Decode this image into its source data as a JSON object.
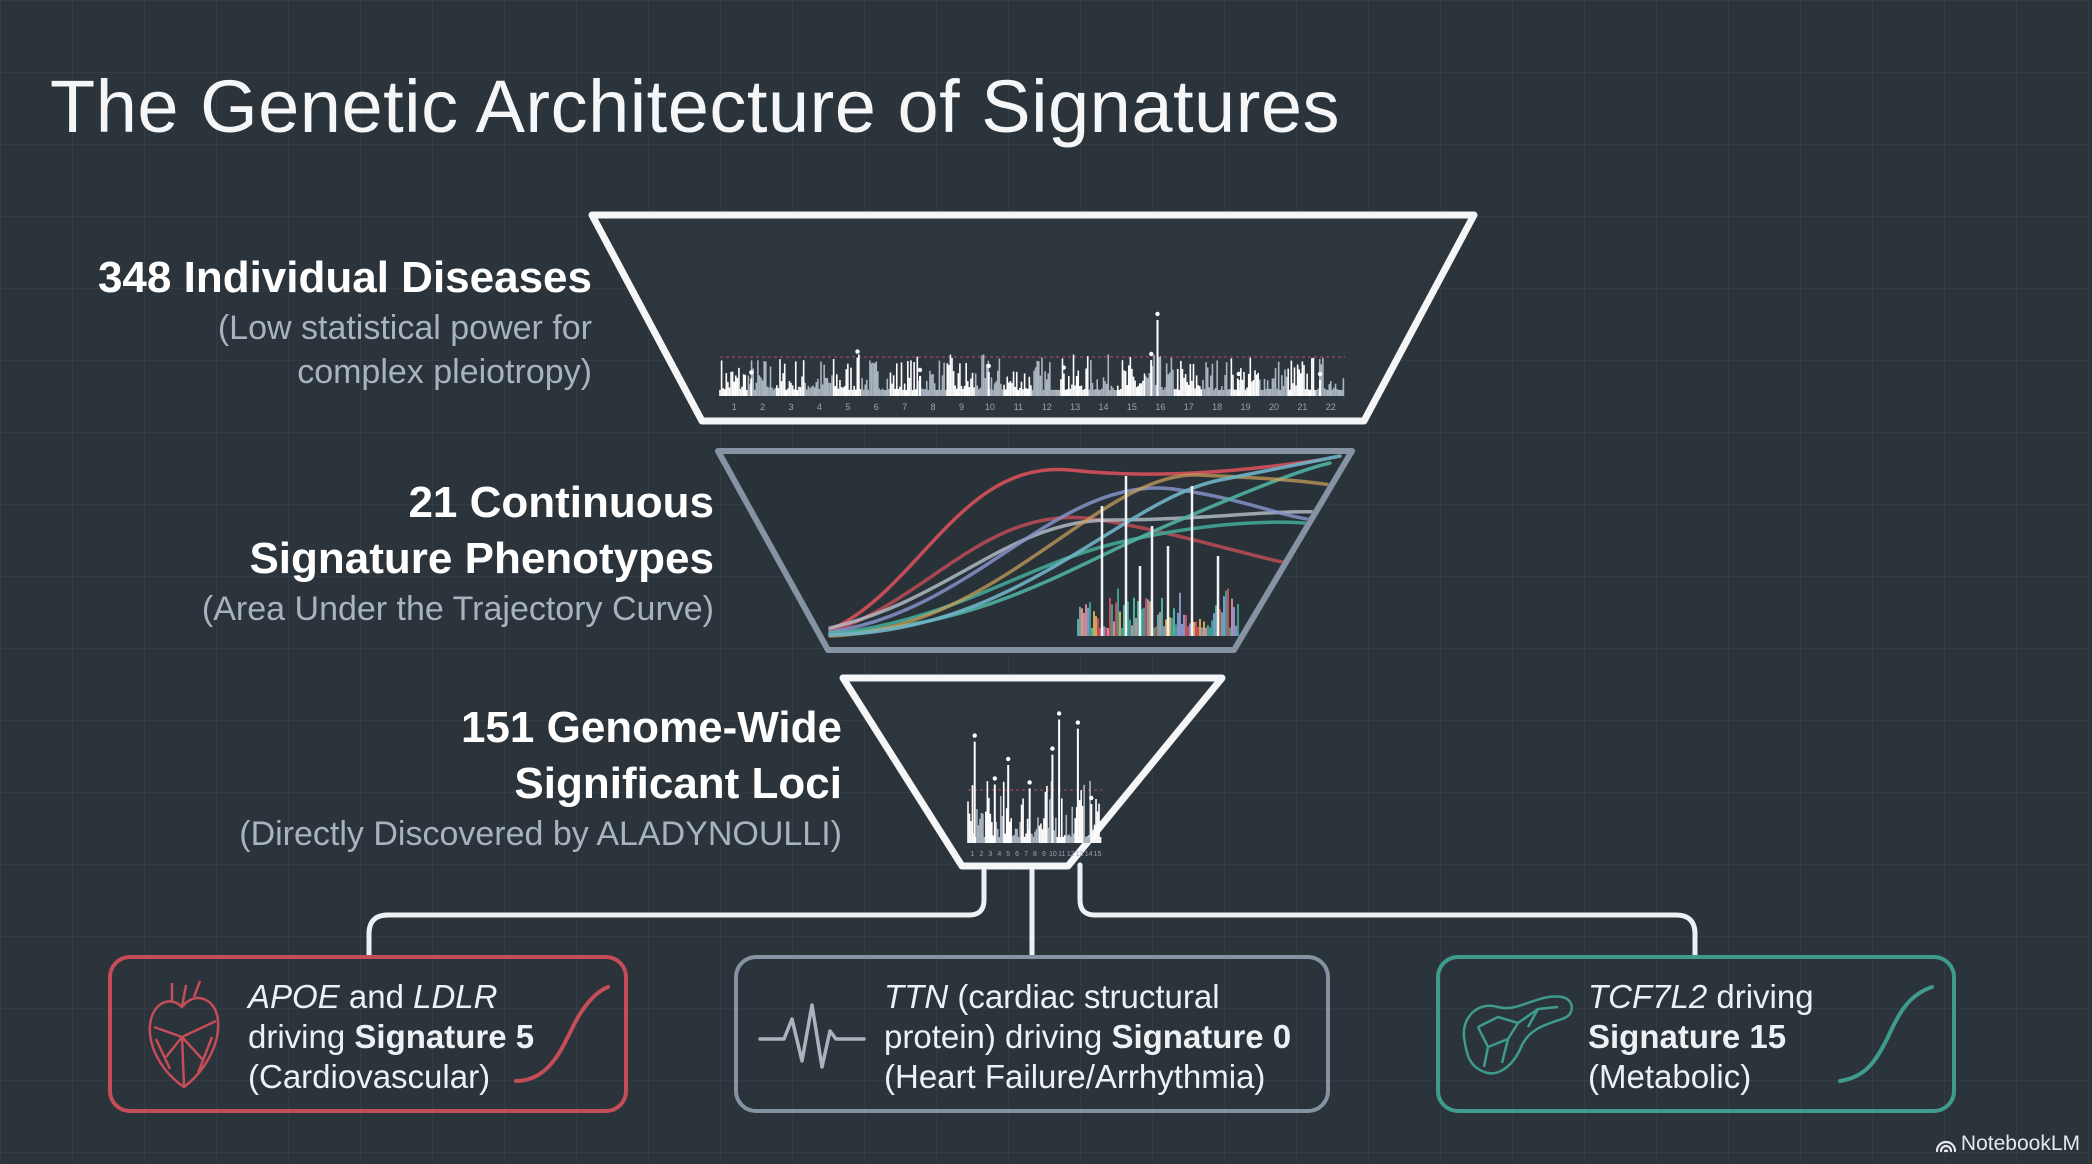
{
  "title": "The Genetic Architecture of Signatures",
  "tiers": [
    {
      "count_title": "348 Individual Diseases",
      "note_lines": [
        "(Low statistical power for",
        "complex pleiotropy)"
      ]
    },
    {
      "count_title_lines": [
        "21 Continuous",
        "Signature Phenotypes"
      ],
      "note": "(Area Under the Trajectory Curve)"
    },
    {
      "count_title_lines": [
        "151 Genome-Wide",
        "Significant Loci"
      ],
      "note": "(Directly Discovered by ALADYNOULLI)"
    }
  ],
  "chromosomes_top": [
    "1",
    "2",
    "3",
    "4",
    "5",
    "6",
    "7",
    "8",
    "9",
    "10",
    "11",
    "12",
    "13",
    "14",
    "15",
    "16",
    "17",
    "18",
    "19",
    "20",
    "21",
    "22"
  ],
  "chromosomes_bottom": [
    "1",
    "2",
    "3",
    "4",
    "5",
    "6",
    "7",
    "8",
    "9",
    "10",
    "11",
    "12",
    "13",
    "14",
    "15"
  ],
  "cards": [
    {
      "name": "cardiovascular",
      "gene": "APOE",
      "conj": " and ",
      "gene2": "LDLR",
      "line2_pre": "driving ",
      "signature": "Signature 5",
      "line3": "(Cardiovascular)",
      "icon": "heart-icon",
      "color": "#c44d57"
    },
    {
      "name": "heart-failure",
      "gene": "TTN",
      "line1_rest": " (cardiac structural",
      "line2_pre": "protein) driving ",
      "signature": "Signature 0",
      "line3": "(Heart Failure/Arrhythmia)",
      "icon": "heartbeat-icon",
      "color": "#8a98a8"
    },
    {
      "name": "metabolic",
      "gene": "TCF7L2",
      "line1_rest": " driving",
      "signature": "Signature 15",
      "line3": "(Metabolic)",
      "icon": "pancreas-icon",
      "color": "#3f9b8c"
    }
  ],
  "brand": "NotebookLM",
  "colors": {
    "background": "#2b333b",
    "red": "#c44d57",
    "teal": "#3f9b8c",
    "slate": "#8a98a8",
    "funnel_white": "#ffffff"
  }
}
